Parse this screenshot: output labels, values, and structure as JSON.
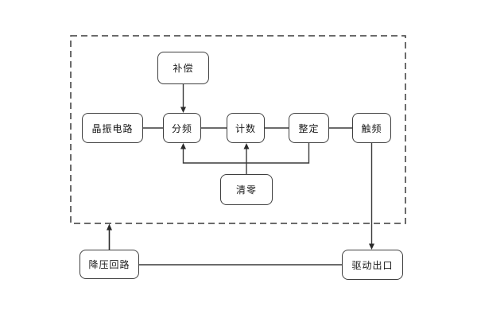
{
  "diagram": {
    "title": "timer-circuit-block-diagram",
    "nodes": {
      "buchang": {
        "label": "补偿"
      },
      "jingzhen": {
        "label": "晶振电路"
      },
      "fenpin": {
        "label": "分频"
      },
      "jishu": {
        "label": "计数"
      },
      "zhengding": {
        "label": "整定"
      },
      "chupin": {
        "label": "触频"
      },
      "qingling": {
        "label": "清零"
      },
      "jiangya": {
        "label": "降压回路"
      },
      "qudong": {
        "label": "驱动出口"
      }
    },
    "colors": {
      "line": "#3a3a3a",
      "box_border": "#3f3f3f",
      "text": "#1a1a1a",
      "background": "#ffffff"
    }
  }
}
